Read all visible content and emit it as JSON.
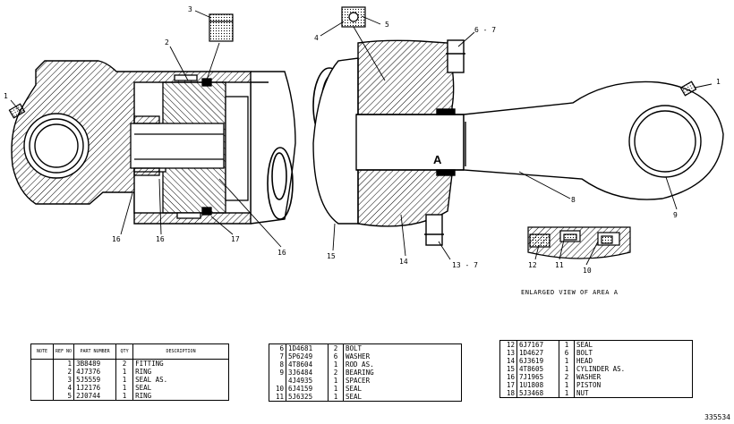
{
  "callouts": {
    "c1_left": "1",
    "c1_right": "1",
    "c2": "2",
    "c3": "3",
    "c4": "4",
    "c5": "5",
    "c6_7": "6 - 7",
    "c8": "8",
    "c9": "9",
    "c10": "10",
    "c11": "11",
    "c12": "12",
    "c13_7": "13 - 7",
    "c14": "14",
    "c15": "15",
    "c16_a": "16",
    "c16_b": "16",
    "c16_c": "16",
    "c17": "17"
  },
  "area_label": "A",
  "enlarged_caption": "ENLARGED VIEW OF AREA A",
  "figure_number": "335534",
  "table_headers": {
    "note": "NOTE",
    "ref_no": "REF NO",
    "part_number": "PART NUMBER",
    "qty": "QTY",
    "description": "DESCRIPTION"
  },
  "parts_table_1": [
    {
      "ref": "1",
      "part": "3B8489",
      "qty": "2",
      "desc": "FITTING"
    },
    {
      "ref": "2",
      "part": "4J7376",
      "qty": "1",
      "desc": "RING"
    },
    {
      "ref": "3",
      "part": "5J5559",
      "qty": "1",
      "desc": "SEAL AS."
    },
    {
      "ref": "4",
      "part": "1J2176",
      "qty": "1",
      "desc": "SEAL"
    },
    {
      "ref": "5",
      "part": "2J0744",
      "qty": "1",
      "desc": "RING"
    }
  ],
  "parts_table_2": [
    {
      "ref": "6",
      "part": "1D4681",
      "qty": "2",
      "desc": "BOLT"
    },
    {
      "ref": "7",
      "part": "5P6249",
      "qty": "6",
      "desc": "WASHER"
    },
    {
      "ref": "8",
      "part": "4T8604",
      "qty": "1",
      "desc": "ROD AS."
    },
    {
      "ref": "9",
      "part": "3J6484",
      "qty": "2",
      "desc": "BEARING"
    },
    {
      "ref": "",
      "part": "4J4935",
      "qty": "1",
      "desc": "SPACER"
    },
    {
      "ref": "10",
      "part": "6J4159",
      "qty": "1",
      "desc": "SEAL"
    },
    {
      "ref": "11",
      "part": "5J6325",
      "qty": "1",
      "desc": "SEAL"
    }
  ],
  "parts_table_3": [
    {
      "ref": "12",
      "part": "6J7167",
      "qty": "1",
      "desc": "SEAL"
    },
    {
      "ref": "13",
      "part": "1D4627",
      "qty": "6",
      "desc": "BOLT"
    },
    {
      "ref": "14",
      "part": "6J3619",
      "qty": "1",
      "desc": "HEAD"
    },
    {
      "ref": "15",
      "part": "4T8605",
      "qty": "1",
      "desc": "CYLINDER AS."
    },
    {
      "ref": "16",
      "part": "7J1965",
      "qty": "2",
      "desc": "WASHER"
    },
    {
      "ref": "17",
      "part": "1U1808",
      "qty": "1",
      "desc": "PISTON"
    },
    {
      "ref": "18",
      "part": "5J3468",
      "qty": "1",
      "desc": "NUT"
    }
  ]
}
